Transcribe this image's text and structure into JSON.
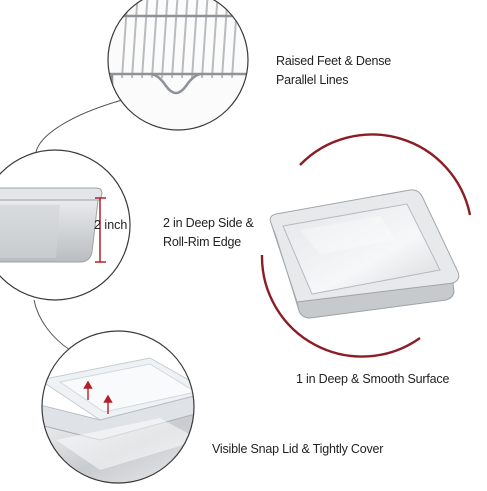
{
  "features": {
    "rack": {
      "line1": "Raised Feet & Dense",
      "line2": "Parallel Lines",
      "icon": "wire-rack-closeup"
    },
    "side": {
      "line1": "2 in Deep Side &",
      "line2": "Roll-Rim Edge",
      "measurement": "2 inch",
      "icon": "pan-side-closeup"
    },
    "surface": {
      "line1": "1 in Deep & Smooth Surface",
      "icon": "baking-pan"
    },
    "lid": {
      "line1": "Visible Snap Lid & Tightly Cover",
      "icon": "pan-with-lid-closeup"
    }
  },
  "colors": {
    "arc_accent": "#8c1d24",
    "measure_marker": "#b3202a",
    "outline": "#3a3a3a",
    "steel": "#d8dadc"
  }
}
